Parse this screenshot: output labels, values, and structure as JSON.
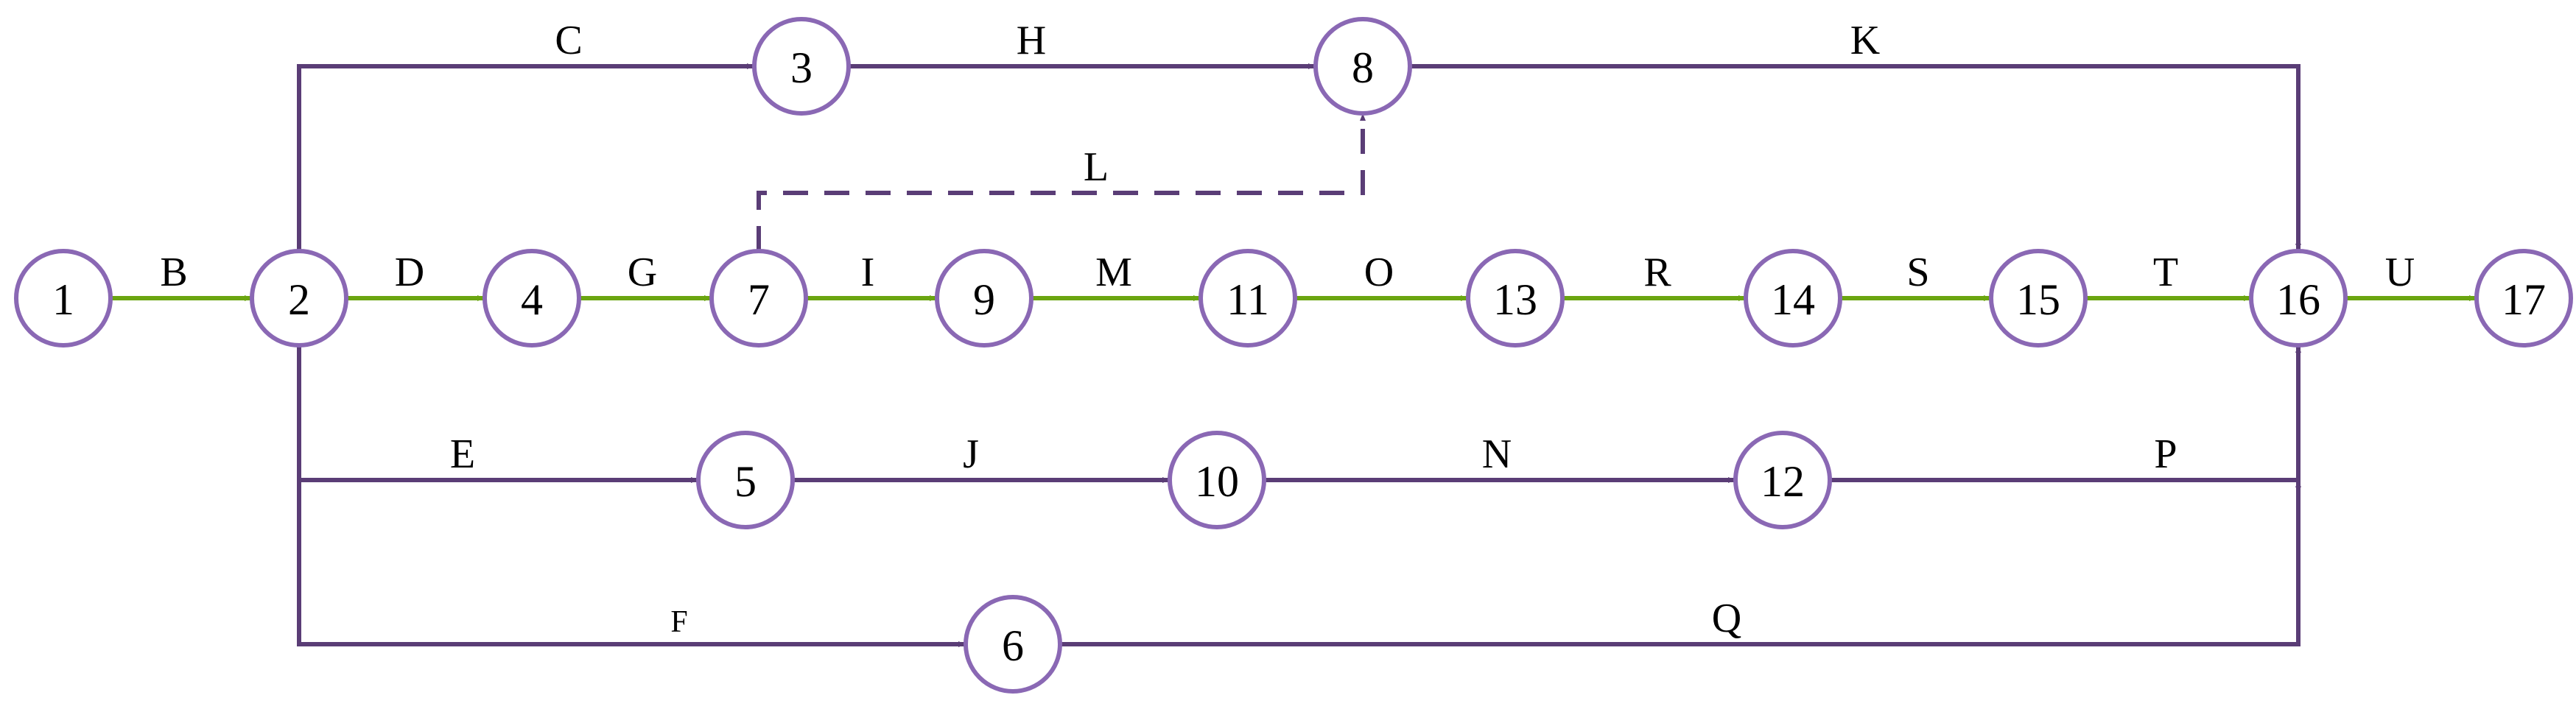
{
  "colors": {
    "critical": "#6aa510",
    "normal": "#5a3d76",
    "node_stroke": "#8a68b4"
  },
  "nodes": [
    {
      "id": "1",
      "label": "1"
    },
    {
      "id": "2",
      "label": "2"
    },
    {
      "id": "3",
      "label": "3"
    },
    {
      "id": "4",
      "label": "4"
    },
    {
      "id": "5",
      "label": "5"
    },
    {
      "id": "6",
      "label": "6"
    },
    {
      "id": "7",
      "label": "7"
    },
    {
      "id": "8",
      "label": "8"
    },
    {
      "id": "9",
      "label": "9"
    },
    {
      "id": "10",
      "label": "10"
    },
    {
      "id": "11",
      "label": "11"
    },
    {
      "id": "12",
      "label": "12"
    },
    {
      "id": "13",
      "label": "13"
    },
    {
      "id": "14",
      "label": "14"
    },
    {
      "id": "15",
      "label": "15"
    },
    {
      "id": "16",
      "label": "16"
    },
    {
      "id": "17",
      "label": "17"
    }
  ],
  "edges": [
    {
      "id": "B",
      "label": "B",
      "from": "1",
      "to": "2",
      "critical": true,
      "dashed": false
    },
    {
      "id": "C",
      "label": "C",
      "from": "2",
      "to": "3",
      "critical": false,
      "dashed": false
    },
    {
      "id": "D",
      "label": "D",
      "from": "2",
      "to": "4",
      "critical": true,
      "dashed": false
    },
    {
      "id": "E",
      "label": "E",
      "from": "2",
      "to": "5",
      "critical": false,
      "dashed": false
    },
    {
      "id": "F",
      "label": "F",
      "from": "2",
      "to": "6",
      "critical": false,
      "dashed": false
    },
    {
      "id": "G",
      "label": "G",
      "from": "4",
      "to": "7",
      "critical": true,
      "dashed": false
    },
    {
      "id": "H",
      "label": "H",
      "from": "3",
      "to": "8",
      "critical": false,
      "dashed": false
    },
    {
      "id": "I",
      "label": "I",
      "from": "7",
      "to": "9",
      "critical": true,
      "dashed": false
    },
    {
      "id": "J",
      "label": "J",
      "from": "5",
      "to": "10",
      "critical": false,
      "dashed": false
    },
    {
      "id": "K",
      "label": "K",
      "from": "8",
      "to": "16",
      "critical": false,
      "dashed": false
    },
    {
      "id": "L",
      "label": "L",
      "from": "7",
      "to": "8",
      "critical": false,
      "dashed": true
    },
    {
      "id": "M",
      "label": "M",
      "from": "9",
      "to": "11",
      "critical": true,
      "dashed": false
    },
    {
      "id": "N",
      "label": "N",
      "from": "10",
      "to": "12",
      "critical": false,
      "dashed": false
    },
    {
      "id": "O",
      "label": "O",
      "from": "11",
      "to": "13",
      "critical": true,
      "dashed": false
    },
    {
      "id": "P",
      "label": "P",
      "from": "12",
      "to": "16",
      "critical": false,
      "dashed": false
    },
    {
      "id": "Q",
      "label": "Q",
      "from": "6",
      "to": "16",
      "critical": false,
      "dashed": false
    },
    {
      "id": "R",
      "label": "R",
      "from": "13",
      "to": "14",
      "critical": true,
      "dashed": false
    },
    {
      "id": "S",
      "label": "S",
      "from": "14",
      "to": "15",
      "critical": true,
      "dashed": false
    },
    {
      "id": "T",
      "label": "T",
      "from": "15",
      "to": "16",
      "critical": true,
      "dashed": false
    },
    {
      "id": "U",
      "label": "U",
      "from": "16",
      "to": "17",
      "critical": true,
      "dashed": false
    }
  ]
}
